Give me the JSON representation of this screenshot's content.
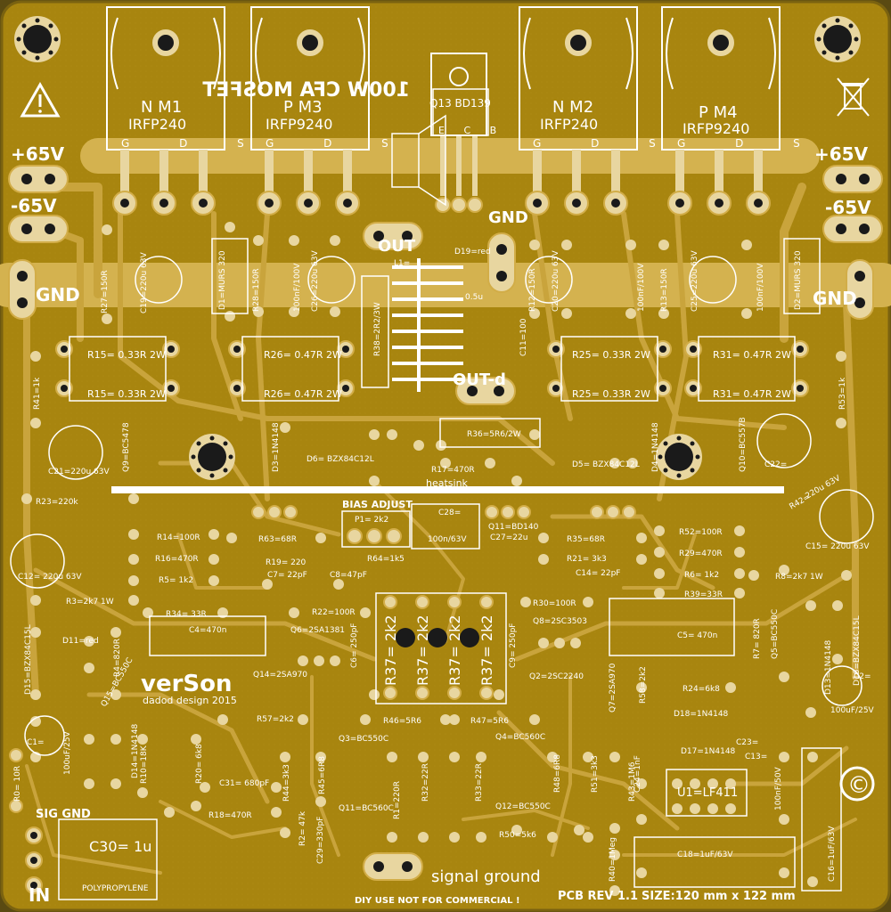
{
  "board": {
    "colors": {
      "board": "#a8850f",
      "copper": "#c9a43c",
      "trace": "#d2ad48",
      "pad": "#e8d6a0",
      "silk": "#ffffff",
      "hole": "#1a1a1a",
      "bg": "#5a4a12"
    },
    "title_mirrored": "100W CFA MOSFET",
    "brand": "verSon",
    "brand_sub": "dadod design 2015",
    "size": "SIZE:120 mm x 122 mm",
    "revision": "PCB REV 1.1",
    "notice": "DIY USE NOT FOR COMMERCIAL !",
    "signal_ground": "signal ground",
    "sig_gnd": "SIG GND",
    "in": "IN",
    "polypropylene": "POLYPROPYLENE",
    "c30": "C30= 1u",
    "copyright": "©",
    "heatsink": "heatsink",
    "bias_adjust": "BIAS ADJUST"
  },
  "power": {
    "p65_left": "+65V",
    "m65_left": "-65V",
    "gnd_left": "GND",
    "p65_right": "+65V",
    "m65_right": "-65V",
    "gnd_right": "GND",
    "gnd_center": "GND",
    "out": "OUT",
    "out_d": "OUT-d"
  },
  "transistors": [
    {
      "line1": "N M1",
      "line2": "IRFP240",
      "pins": "G D S"
    },
    {
      "line1": "P M3",
      "line2": "IRFP9240",
      "pins": "G D S"
    },
    {
      "line1": "N M2",
      "line2": "IRFP240",
      "pins": "G D S"
    },
    {
      "line1": "P M4",
      "line2": "IRFP9240",
      "pins": "G D S"
    }
  ],
  "q13": {
    "label": "Q13 BD139",
    "pins": "E C B"
  },
  "resistors_big": {
    "r15a": "R15= 0.33R 2W",
    "r15b": "R15= 0.33R 2W",
    "r26a": "R26= 0.47R 2W",
    "r26b": "R26= 0.47R 2W",
    "r25a": "R25= 0.33R 2W",
    "r25b": "R25= 0.33R 2W",
    "r31a": "R31= 0.47R 2W",
    "r31b": "R31= 0.47R 2W",
    "r37": "R37= 2k2"
  },
  "labels": {
    "r27": "R27=150R",
    "c19": "C19=220u 63V",
    "d1": "D1=MURS 320",
    "r28": "R28=150R",
    "c26": "C26=220u 63V",
    "c100a": "100nF/100V",
    "l1": "L1=",
    "r38": "R38=2R2/3W",
    "d19": "D19=red",
    "c11": "C11=100",
    "r12": "R12=150R",
    "c20": "C20=220u 63V",
    "c100b": "100nF/100V",
    "r13": "R13=150R",
    "c25": "C25=220u 63V",
    "d2": "D2=MURS 320",
    "r41": "R41=1k",
    "r53": "R53=1k",
    "c21": "C21=220u 63V",
    "q9": "Q9=BC5478",
    "d3": "D3=1N4148",
    "d6": "D6= BZX84C12L",
    "r36": "R36=5R6/2W",
    "r17": "R17=470R",
    "d5": "D5= BZX84C12L",
    "d4": "D4=1N4148",
    "q10": "Q10=BC557B",
    "c22": "C22=",
    "c220": "220u 63V",
    "r23": "R23=220k",
    "r42": "R42=",
    "p1": "P1= 2k2",
    "c28": "C28=",
    "c28v": "100n/63V",
    "q11": "Q11=BD140",
    "c27": "C27=22u",
    "r14": "R14=100R",
    "r16": "R16=470R",
    "r5": "R5= 1k2",
    "r63": "R63=68R",
    "r19": "R19= 220",
    "c7": "C7= 22pF",
    "c8": "C8=47pF",
    "r64": "R64=1k5",
    "r35": "R35=68R",
    "r21": "R21= 3k3",
    "c14": "C14= 22pF",
    "r52": "R52=100R",
    "r29": "R29=470R",
    "r6": "R6= 1k2",
    "r8": "R8=2k7 1W",
    "r39": "R39=33R",
    "c12": "C12= 220u 63V",
    "c15": "C15= 220u 63V",
    "r3": "R3=2k7 1W",
    "r34": "R34= 33R",
    "r22": "R22=100R",
    "c4": "C4=470n",
    "q6": "Q6=2SA1381",
    "r30": "R30=100R",
    "q8": "Q8=2SC3503",
    "c5": "C5= 470n",
    "r7": "R7= 820R",
    "q14": "Q14=2SA970",
    "c6": "C6= 250pF",
    "c9": "C9= 250pF",
    "q2": "Q2=2SC2240",
    "d11": "D11=red",
    "r4": "R4=820R",
    "d15": "D15=BZX84C15L",
    "d16": "D16=BZX84C15L",
    "c1": "C1=",
    "c1v": "100uF/25V",
    "c2": "C2=",
    "c2v": "100uF/25V",
    "r57": "R57=2k2",
    "r46": "R46=5R6",
    "r47": "R47=5R6",
    "r58": "R58=2k2",
    "r24": "R24=6k8",
    "q3": "Q3=BC550C",
    "q4": "Q4=BC560C",
    "d18": "D18=1N4148",
    "d17": "D17=1N4148",
    "r20": "R20= 6k8",
    "c31": "C31= 680pF",
    "r18": "R18=470R",
    "r44": "R44=3k3",
    "r45": "R45=6R8",
    "r1": "R1=220R",
    "r32": "R32=22R",
    "r33": "R33=22R",
    "r51": "R51=3k3",
    "r43": "R43=1M6",
    "u1": "U1=LF411",
    "c13": "C13=",
    "r0": "R0= 10R",
    "r2": "R2= 47k",
    "c29": "C29=330pF",
    "q11b": "Q11=BC560C",
    "q12": "Q12=BC550C",
    "r50": "R50=5k6",
    "c18": "C18=1uF/63V",
    "c16": "C16=1uF/63V",
    "c100uf": "100nF/50V",
    "r10": "R10=18K",
    "r40": "R40=1Meg",
    "d14": "D14=1N4148",
    "q15": "Q15=BC550C",
    "r9": "R9=",
    "r48": "R48=6R8",
    "c23": "C23=",
    "q7": "Q7=2SA970",
    "d13": "D13=1N4148",
    "c24": "C24=1nF",
    "l1v": "0.5u",
    "q5": "Q5=BC550C"
  }
}
